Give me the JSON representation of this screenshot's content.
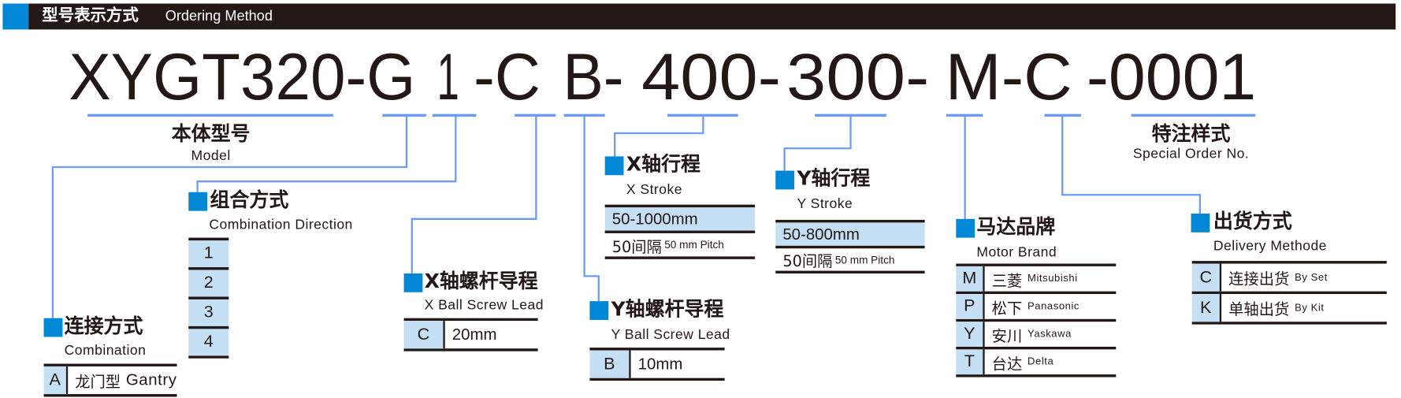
{
  "header": {
    "title_cn": "型号表示方式",
    "title_en": "Ordering Method"
  },
  "code_segments": [
    "XYGT320-G",
    "1",
    "-C",
    "B-",
    "400-",
    "300-",
    "M-C",
    "-0001"
  ],
  "model": {
    "cn": "本体型号",
    "en": "Model"
  },
  "special": {
    "cn": "特注样式",
    "en": "Special Order No."
  },
  "combination": {
    "cn": "连接方式",
    "en": "Combination",
    "options": [
      {
        "code": "A",
        "cn": "龙门型",
        "en": "Gantry"
      }
    ]
  },
  "direction": {
    "cn": "组合方式",
    "en": "Combination Direction",
    "options": [
      "1",
      "2",
      "3",
      "4"
    ]
  },
  "x_lead": {
    "cn": "X轴螺杆导程",
    "en": "X Ball Screw Lead",
    "options": [
      {
        "code": "C",
        "value": "20mm"
      }
    ]
  },
  "y_lead": {
    "cn": "Y轴螺杆导程",
    "en": "Y Ball Screw Lead",
    "options": [
      {
        "code": "B",
        "value": "10mm"
      }
    ]
  },
  "x_stroke": {
    "cn": "X轴行程",
    "en": "X Stroke",
    "range": "50-1000mm",
    "pitch_cn": "50间隔",
    "pitch_en": "50 mm Pitch"
  },
  "y_stroke": {
    "cn": "Y轴行程",
    "en": "Y Stroke",
    "range": "50-800mm",
    "pitch_cn": "50间隔",
    "pitch_en": "50 mm Pitch"
  },
  "motor": {
    "cn": "马达品牌",
    "en": "Motor Brand",
    "options": [
      {
        "code": "M",
        "cn": "三菱",
        "en": "Mitsubishi"
      },
      {
        "code": "P",
        "cn": "松下",
        "en": "Panasonic"
      },
      {
        "code": "Y",
        "cn": "安川",
        "en": "Yaskawa"
      },
      {
        "code": "T",
        "cn": "台达",
        "en": "Delta"
      }
    ]
  },
  "delivery": {
    "cn": "出货方式",
    "en": "Delivery Methode",
    "options": [
      {
        "code": "C",
        "cn": "连接出货",
        "en": "By Set"
      },
      {
        "code": "K",
        "cn": "单轴出货",
        "en": "By Kit"
      }
    ]
  },
  "colors": {
    "accent": "#0088d6",
    "header_bg": "#231815",
    "connector": "#6b9cf5",
    "cell_bg": "#c5e0f5",
    "text": "#231815"
  }
}
